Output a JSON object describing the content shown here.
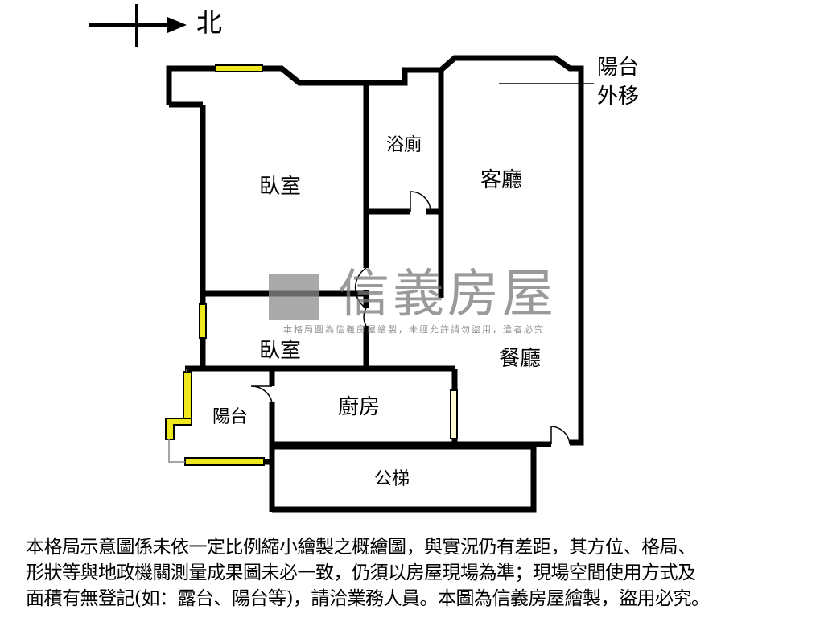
{
  "compass": {
    "north_label": "北"
  },
  "rooms": {
    "bedroom_1": "臥室",
    "bedroom_2": "臥室",
    "bathroom": "浴廁",
    "living_room": "客廳",
    "dining_room": "餐廳",
    "kitchen": "廚房",
    "balcony": "陽台",
    "stairs": "公梯"
  },
  "annotation": {
    "line1": "陽台",
    "line2": "外移"
  },
  "watermark": {
    "brand": "信義房屋",
    "notice": "本格局圖為信義房屋繪製，未經允許請勿盜用，違者必究"
  },
  "disclaimer": {
    "line1": "本格局示意圖係未依一定比例縮小繪製之概繪圖，與實況仍有差距，其方位、格局、",
    "line2": "形狀等與地政機關測量成果圖未必一致，仍須以房屋現場為準；現場空間使用方式及",
    "line3": "面積有無登記(如：露台、陽台等)，請洽業務人員。本圖為信義房屋繪製，盜用必究。"
  },
  "colors": {
    "wall": "#000000",
    "window": "#f0e81e"
  }
}
